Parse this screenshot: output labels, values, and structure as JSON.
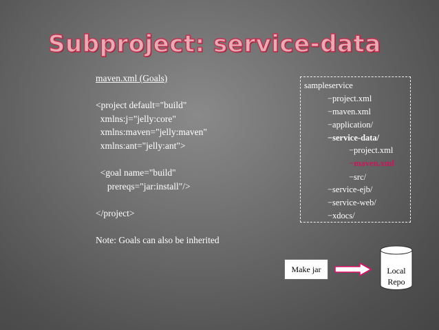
{
  "title": "Subproject: service-data",
  "code_lines": [
    "maven.xml (Goals)",
    "",
    "<project default=\"build\"",
    "  xmlns:j=\"jelly:core\"",
    "  xmlns:maven=\"jelly:maven\"",
    "  xmlns:ant=\"jelly:ant\">",
    "",
    "  <goal name=\"build\"",
    "     prereqs=\"jar:install\"/>",
    "",
    "</project>",
    "",
    "Note: Goals can also be inherited"
  ],
  "tree": {
    "root": "sampleservice",
    "items": [
      "−project.xml",
      "−maven.xml",
      "−application/",
      "−service-data/",
      "−project.xml",
      "−maven.xml",
      "−src/",
      "−service-ejb/",
      "−service-web/",
      "−xdocs/"
    ]
  },
  "diagram": {
    "make_jar": "Make jar",
    "repo_line1": "Local",
    "repo_line2": "Repo",
    "arrow_color": "#e0106a",
    "highlight_color": "#c8175a",
    "title_color": "#e8aab3"
  }
}
